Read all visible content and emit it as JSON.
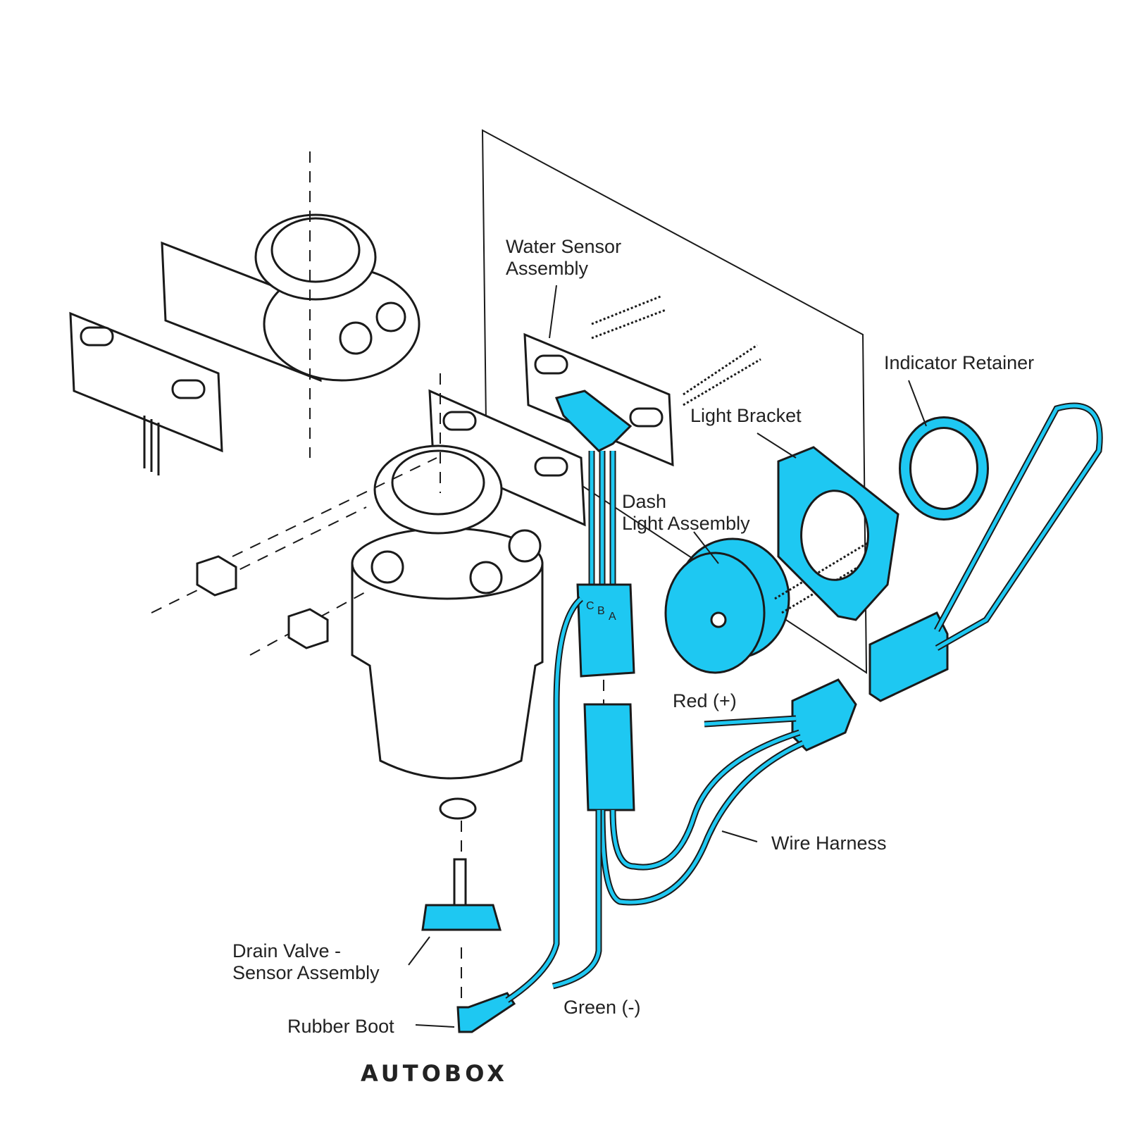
{
  "labels": {
    "water_sensor": "Water Sensor\nAssembly",
    "indicator_retainer": "Indicator Retainer",
    "light_bracket": "Light Bracket",
    "dash_light": "Dash\nLight Assembly",
    "red": "Red (+)",
    "wire_harness": "Wire Harness",
    "drain_valve": "Drain Valve -\nSensor Assembly",
    "rubber_boot": "Rubber Boot",
    "green": "Green (-)"
  },
  "connector_pins": {
    "c": "C",
    "b": "B",
    "a": "A"
  },
  "brand": "AUTOBOX",
  "colors": {
    "highlight": "#1ec8f2",
    "ink": "#1a1a1a"
  }
}
